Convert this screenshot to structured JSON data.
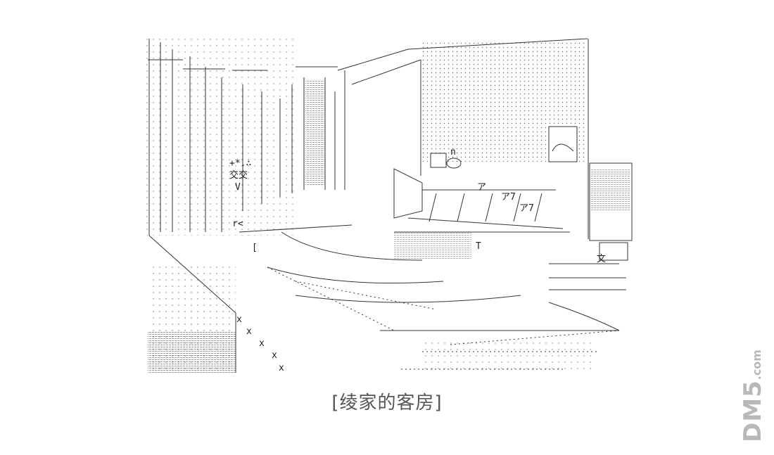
{
  "caption": "[绫家的客房]",
  "watermark": {
    "brand": "DM5",
    "suffix": ".com"
  },
  "colors": {
    "art": "#222222",
    "caption": "#555555",
    "watermark": "#b8b8b8"
  },
  "art_text": [
    "+*.∴",
    "交交",
    "V",
    "r<",
    "[",
    "ア7",
    "文",
    "n",
    "x",
    "x",
    "x",
    "x",
    "x",
    "T",
    "ア",
    "ア7"
  ]
}
